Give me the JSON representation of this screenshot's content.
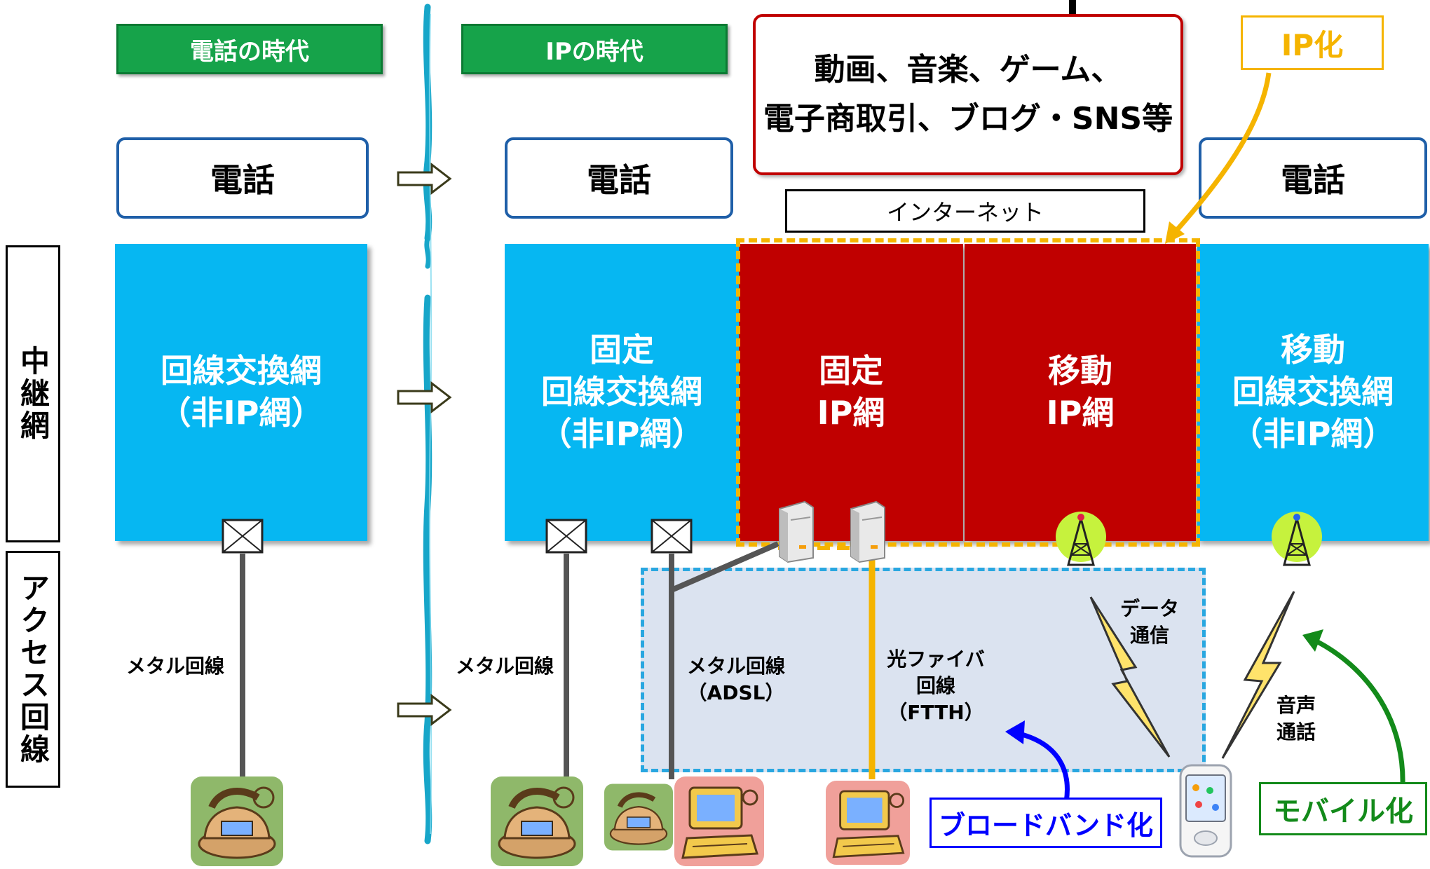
{
  "eras": {
    "phone_era": "電話の時代",
    "ip_era": "IPの時代"
  },
  "content_box": {
    "line1": "動画、音楽、ゲーム、",
    "line2": "電子商取引、ブログ・SNS等"
  },
  "internet_label": "インターネット",
  "services": {
    "left": "電話",
    "middle": "電話",
    "right": "電話"
  },
  "side_labels": {
    "relay": "中継網",
    "access": "アクセス回線"
  },
  "networks": {
    "circuit_left": {
      "line1": "回線交換網",
      "line2": "（非IP網）"
    },
    "fixed_circuit": {
      "line1": "固定",
      "line2": "回線交換網",
      "line3": "（非IP網）"
    },
    "fixed_ip": {
      "line1": "固定",
      "line2": "IP網"
    },
    "mobile_ip": {
      "line1": "移動",
      "line2": "IP網"
    },
    "mobile_circuit": {
      "line1": "移動",
      "line2": "回線交換網",
      "line3": "（非IP網）"
    }
  },
  "access_lines": {
    "metal_left": "メタル回線",
    "metal_mid": "メタル回線",
    "adsl_line1": "メタル回線",
    "adsl_line2": "（ADSL）",
    "fiber_line1": "光ファイバ",
    "fiber_line2": "回線",
    "fiber_line3": "（FTTH）",
    "data_line1": "データ",
    "data_line2": "通信",
    "voice_line1": "音声",
    "voice_line2": "通話"
  },
  "callouts": {
    "ip": "IP化",
    "broadband": "ブロードバンド化",
    "mobile": "モバイル化"
  },
  "colors": {
    "era_green": "#16a34a",
    "network_blue": "#06b7f2",
    "ip_red": "#c00000",
    "internet_orange": "#f5b400",
    "access_area": "#dbe3f0",
    "broadband_blue": "#0000ff",
    "mobile_green": "#138a1a"
  }
}
